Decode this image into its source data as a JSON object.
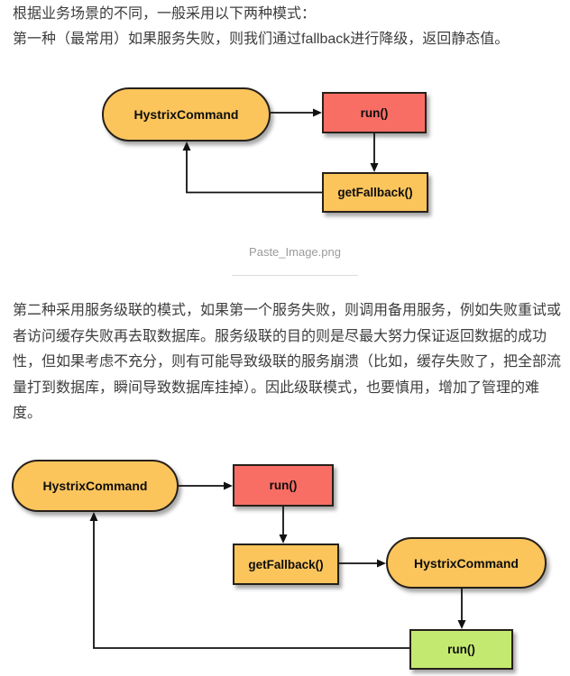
{
  "intro": {
    "lines": [
      "根据业务场景的不同，一般采用以下两种模式：",
      "第一种（最常用）如果服务失败，则我们通过fallback进行降级，返回静态值。"
    ]
  },
  "figure1": {
    "caption": "Paste_Image.png",
    "nodes": {
      "command": "HystrixCommand",
      "run": "run()",
      "fallback": "getFallback()"
    }
  },
  "paragraph2": {
    "lines": [
      "第二种采用服务级联的模式，如果第一个服务失败，则调用备用服务，例如失败重试或",
      "者访问缓存失败再去取数据库。服务级联的目的则是尽最大努力保证返回数据的成功",
      "性，但如果考虑不充分，则有可能导致级联的服务崩溃（比如，缓存失败了，把全部流",
      "量打到数据库，瞬间导致数据库挂掉）。因此级联模式，也要慎用，增加了管理的难",
      "度。"
    ]
  },
  "figure2": {
    "nodes": {
      "command1": "HystrixCommand",
      "run1": "run()",
      "fallback": "getFallback()",
      "command2": "HystrixCommand",
      "run2": "run()"
    }
  },
  "colors": {
    "stadium_fill": "#FBC55C",
    "run_fail_fill": "#F86E65",
    "fallback_fill": "#FBC55C",
    "run_success_fill": "#C4E970",
    "shape_border": "#26201A",
    "body_text": "#3D3D3D",
    "caption_text": "#9B9B9B",
    "divider": "#DCDCDC",
    "arrow": "#111111"
  }
}
